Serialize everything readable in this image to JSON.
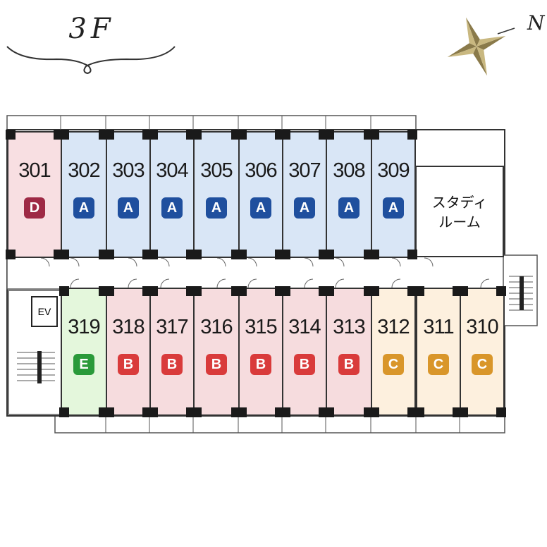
{
  "floor_label": "3F",
  "compass_letter": "N",
  "study_room": [
    "スタディ",
    "ルーム"
  ],
  "ev_label": "EV",
  "colors": {
    "A": "#1f4f9e",
    "B": "#d93b3b",
    "C": "#d9962a",
    "D": "#9e2a45",
    "E": "#2a9a3a",
    "fillA": "#d9e6f6",
    "fillB": "#f6dcde",
    "fillC": "#fdf0de",
    "fillD": "#f8dfe2",
    "fillE": "#e4f7dc"
  },
  "rooms_top": [
    {
      "num": "301",
      "type": "D"
    },
    {
      "num": "302",
      "type": "A"
    },
    {
      "num": "303",
      "type": "A"
    },
    {
      "num": "304",
      "type": "A"
    },
    {
      "num": "305",
      "type": "A"
    },
    {
      "num": "306",
      "type": "A"
    },
    {
      "num": "307",
      "type": "A"
    },
    {
      "num": "308",
      "type": "A"
    },
    {
      "num": "309",
      "type": "A"
    }
  ],
  "rooms_bottom": [
    {
      "num": "319",
      "type": "E"
    },
    {
      "num": "318",
      "type": "B"
    },
    {
      "num": "317",
      "type": "B"
    },
    {
      "num": "316",
      "type": "B"
    },
    {
      "num": "315",
      "type": "B"
    },
    {
      "num": "314",
      "type": "B"
    },
    {
      "num": "313",
      "type": "B"
    },
    {
      "num": "312",
      "type": "C"
    },
    {
      "num": "311",
      "type": "C"
    },
    {
      "num": "310",
      "type": "C"
    }
  ]
}
